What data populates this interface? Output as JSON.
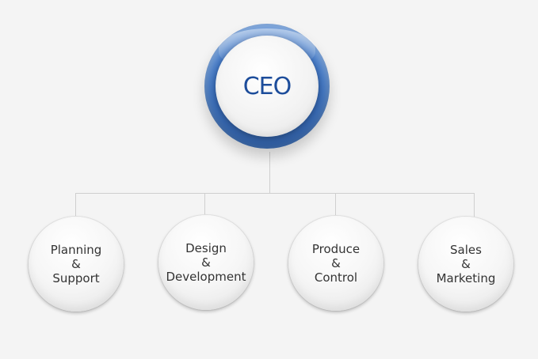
{
  "diagram": {
    "root": {
      "label": "CEO"
    },
    "departments": [
      {
        "lines": [
          "Planning",
          "&",
          "Support"
        ]
      },
      {
        "lines": [
          "Design",
          "&",
          "Development"
        ]
      },
      {
        "lines": [
          "Produce",
          "&",
          "Control"
        ]
      },
      {
        "lines": [
          "Sales",
          "&",
          "Marketing"
        ]
      }
    ],
    "colors": {
      "ring": "#3a6fbe",
      "ceo_text": "#1d4d9b",
      "connector": "#cfcfcf",
      "dept_text": "#333333",
      "background": "#f4f4f4"
    }
  }
}
